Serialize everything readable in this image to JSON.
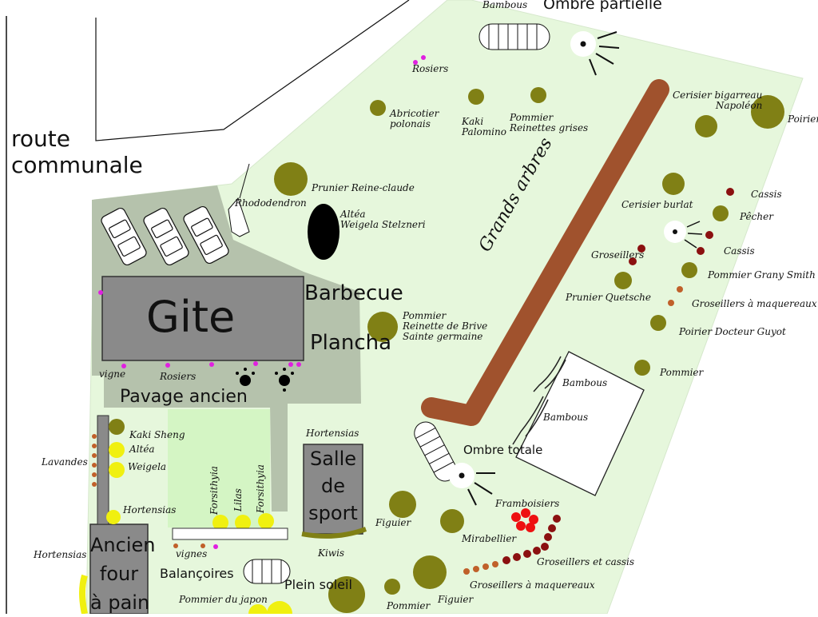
{
  "road": {
    "line1": "route",
    "line2": "communale"
  },
  "buildings": {
    "gite": "Gite",
    "salle": [
      "Salle",
      "de",
      "sport"
    ],
    "four": [
      "Ancien",
      "four",
      "à pain"
    ]
  },
  "areas": {
    "barbecue": "Barbecue",
    "plancha": "Plancha",
    "pavage": "Pavage ancien",
    "grands_arbres": "Grands arbres"
  },
  "shade": {
    "partielle": "Ombre partielle",
    "totale": "Ombre totale",
    "plein_soleil": "Plein soleil"
  },
  "plants": {
    "bambous_top": "Bambous",
    "rosiers_top": "Rosiers",
    "abricotier": [
      "Abricotier",
      "polonais"
    ],
    "kaki_palomino": [
      "Kaki",
      "Palomino"
    ],
    "pommier_reinettes": [
      "Pommier",
      "Reinettes grises"
    ],
    "cerisier_bigarreau": [
      "Cerisier bigarreau",
      "Napoléon"
    ],
    "poirier": "Poirier",
    "rhododendron": "Rhododendron",
    "prunier_reine": "Prunier Reine-claude",
    "altea_weigela": [
      "Altéa",
      "Weigela Stelzneri"
    ],
    "cerisier_burlat": "Cerisier burlat",
    "cassis1": "Cassis",
    "pecher": "Pêcher",
    "cassis2": "Cassis",
    "groseillers": "Groseillers",
    "pommier_grany": "Pommier Grany Smith",
    "prunier_quetsche": "Prunier Quetsche",
    "groseillers_maq": "Groseillers à maquereaux",
    "poirier_guyot": "Poirier Docteur Guyot",
    "pommier_brive": [
      "Pommier",
      "Reinette de Brive",
      "Sainte germaine"
    ],
    "pommier": "Pommier",
    "bambous_1": "Bambous",
    "bambous_2": "Bambous",
    "vigne_1": "vigne",
    "rosiers_gite": "Rosiers",
    "hortensias_1": "Hortensias",
    "kaki_sheng": "Kaki Sheng",
    "altea2": "Altéa",
    "weigela2": "Weigela",
    "lavandes": "Lavandes",
    "hortensias_2": "Hortensias",
    "forsithyia_1": "Forsithyia",
    "lilas": "Lilas",
    "forsithyia_2": "Forsithyia",
    "figuier_1": "Figuier",
    "mirabellier": "Mirabellier",
    "framboisiers": "Framboisiers",
    "kiwis": "Kiwis",
    "hortensias_3": "Hortensias",
    "vignes_2": "vignes",
    "balancoires": "Balançoires",
    "groseillers_cassis": "Groseillers et cassis",
    "groseillers_maq2": "Groseillers à maquereaux",
    "pommier_japon": "Pommier du japon",
    "pommier_bottom": "Pommier",
    "figuier_2": "Figuier"
  },
  "colors": {
    "lawn": "#e6f7dc",
    "paving": "#b5c2ac",
    "building": "#8a8a8a",
    "tree": "#808015",
    "path": "#a0522d",
    "flower": "#f0f010",
    "berry": "#8b1010"
  }
}
